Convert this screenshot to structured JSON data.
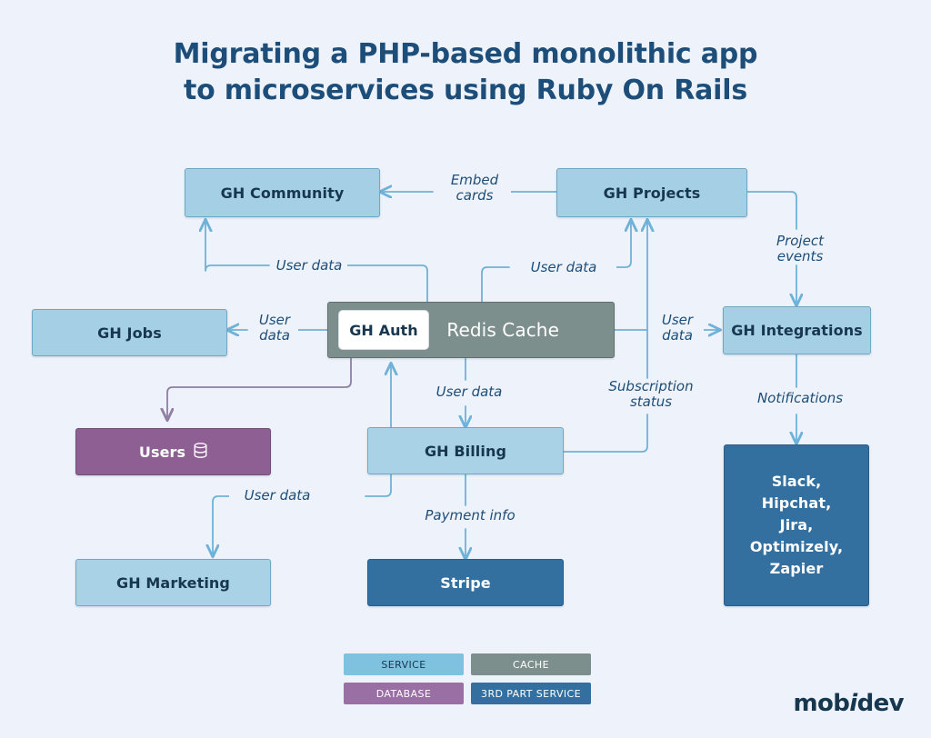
{
  "title": {
    "line1": "Migrating a PHP-based monolithic app",
    "line2": "to microservices using Ruby On Rails"
  },
  "nodes": {
    "gh_community": "GH Community",
    "gh_projects": "GH Projects",
    "gh_jobs": "GH Jobs",
    "gh_auth": "GH Auth",
    "redis_cache": "Redis Cache",
    "gh_integrations": "GH Integrations",
    "users": "Users",
    "gh_billing": "GH Billing",
    "gh_marketing": "GH Marketing",
    "stripe": "Stripe",
    "third_party": {
      "l1": "Slack,",
      "l2": "Hipchat,",
      "l3": "Jira,",
      "l4": "Optimizely,",
      "l5": "Zapier"
    }
  },
  "edge_labels": {
    "embed_cards_1": "Embed",
    "embed_cards_2": "cards",
    "user_data_community": "User data",
    "user_data_projects": "User data",
    "user_data_jobs_1": "User",
    "user_data_jobs_2": "data",
    "user_data_integrations_1": "User",
    "user_data_integrations_2": "data",
    "project_events_1": "Project",
    "project_events_2": "events",
    "notifications": "Notifications",
    "subscription_status_1": "Subscription",
    "subscription_status_2": "status",
    "user_data_billing": "User data",
    "user_data_marketing": "User data",
    "payment_info": "Payment info"
  },
  "legend": [
    {
      "key": "service",
      "label": "SERVICE"
    },
    {
      "key": "cache",
      "label": "CACHE"
    },
    {
      "key": "database",
      "label": "DATABASE"
    },
    {
      "key": "thirdparty",
      "label": "3RD PART SERVICE"
    }
  ],
  "logo": {
    "part1": "mob",
    "italic": "i",
    "part2": "dev"
  },
  "colors": {
    "background": "#eef2fa",
    "title": "#1d4e79",
    "service": "#a5cfe4",
    "cache": "#7d8f8c",
    "database": "#8d5f93",
    "third_party": "#33709f",
    "connector_blue": "#6fb2d8",
    "connector_purple": "#8f7fa3"
  },
  "icons": {
    "users_database": "database-cylinder-icon"
  }
}
